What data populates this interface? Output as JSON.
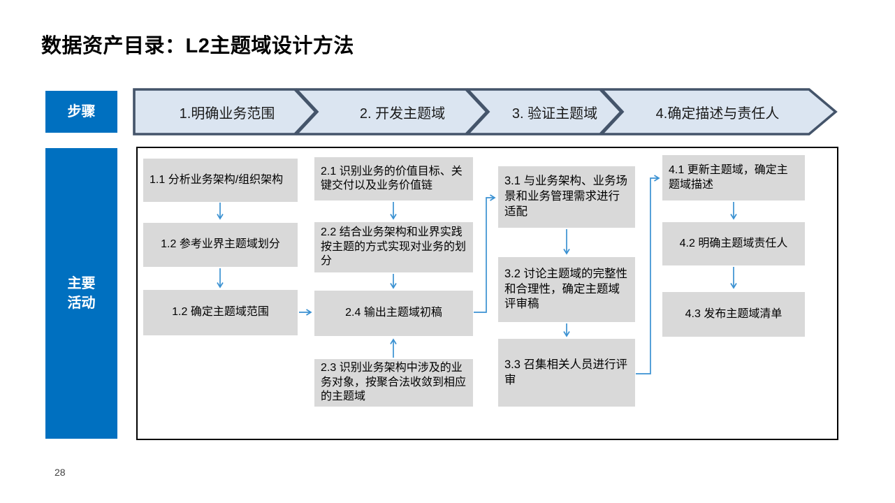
{
  "slide": {
    "title": "数据资产目录：L2主题域设计方法",
    "page_number": "28"
  },
  "steps_row": {
    "row_label": "步骤",
    "steps": [
      {
        "label": "1.明确业务范围"
      },
      {
        "label": "2. 开发主题域"
      },
      {
        "label": "3. 验证主题域"
      },
      {
        "label": "4.确定描述与责任人"
      }
    ]
  },
  "activities": {
    "row_label": "主要\n活动",
    "columns": [
      {
        "step": "1",
        "boxes": [
          {
            "id": "1.1",
            "text": "1.1 分析业务架构/组织架构"
          },
          {
            "id": "1.2",
            "text": "1.2 参考业界主题域划分"
          },
          {
            "id": "1.2b",
            "text": "1.2 确定主题域范围"
          }
        ]
      },
      {
        "step": "2",
        "boxes": [
          {
            "id": "2.1",
            "text": "2.1 识别业务的价值目标、关键交付以及业务价值链"
          },
          {
            "id": "2.2",
            "text": "2.2  结合业务架构和业界实践按主题的方式实现对业务的划分"
          },
          {
            "id": "2.4",
            "text": "2.4 输出主题域初稿"
          },
          {
            "id": "2.3",
            "text": "2.3 识别业务架构中涉及的业务对象，按聚合法收敛到相应的主题域"
          }
        ]
      },
      {
        "step": "3",
        "boxes": [
          {
            "id": "3.1",
            "text": "3.1 与业务架构、业务场景和业务管理需求进行适配"
          },
          {
            "id": "3.2",
            "text": "3.2 讨论主题域的完整性和合理性，确定主题域评审稿"
          },
          {
            "id": "3.3",
            "text": "3.3 召集相关人员进行评审"
          }
        ]
      },
      {
        "step": "4",
        "boxes": [
          {
            "id": "4.1",
            "text": "4.1 更新主题域，确定主题域描述"
          },
          {
            "id": "4.2",
            "text": "4.2 明确主题域责任人"
          },
          {
            "id": "4.3",
            "text": "4.3 发布主题域清单"
          }
        ]
      }
    ]
  },
  "colors": {
    "label_blue": "#0070C0",
    "banner_fill": "#dbe5f1",
    "banner_border": "#44546A",
    "box_gray": "#d9d9d9",
    "arrow_blue": "#3a91d2",
    "text_black": "#000000"
  }
}
